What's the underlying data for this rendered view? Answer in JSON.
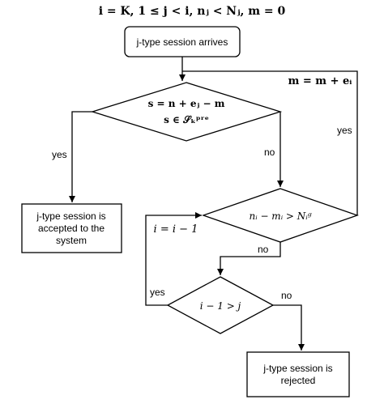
{
  "header": {
    "condition": "i = K, 1 ≤ j < i, nⱼ < Nⱼ, m = 0"
  },
  "nodes": {
    "start": {
      "text": "j-type session arrives"
    },
    "decision1": {
      "line1": "s = n + eⱼ − m",
      "line2": "s ∈ 𝒮ₖᵖʳᵉ"
    },
    "accepted": {
      "line1": "j-type session is",
      "line2": "accepted to the",
      "line3": "system"
    },
    "decision2": {
      "text": "nᵢ − mᵢ > Nᵢᵍ"
    },
    "decision3": {
      "text": "i − 1 > j"
    },
    "rejected": {
      "line1": "j-type session is",
      "line2": "rejected"
    }
  },
  "edges": {
    "yes_accept": "yes",
    "no_to_d2": "no",
    "yes_loop_m": "yes",
    "m_update": "m = m + eᵢ",
    "no_to_d3": "no",
    "yes_loop_i": "yes",
    "i_update": "i = i − 1",
    "no_reject": "no"
  }
}
